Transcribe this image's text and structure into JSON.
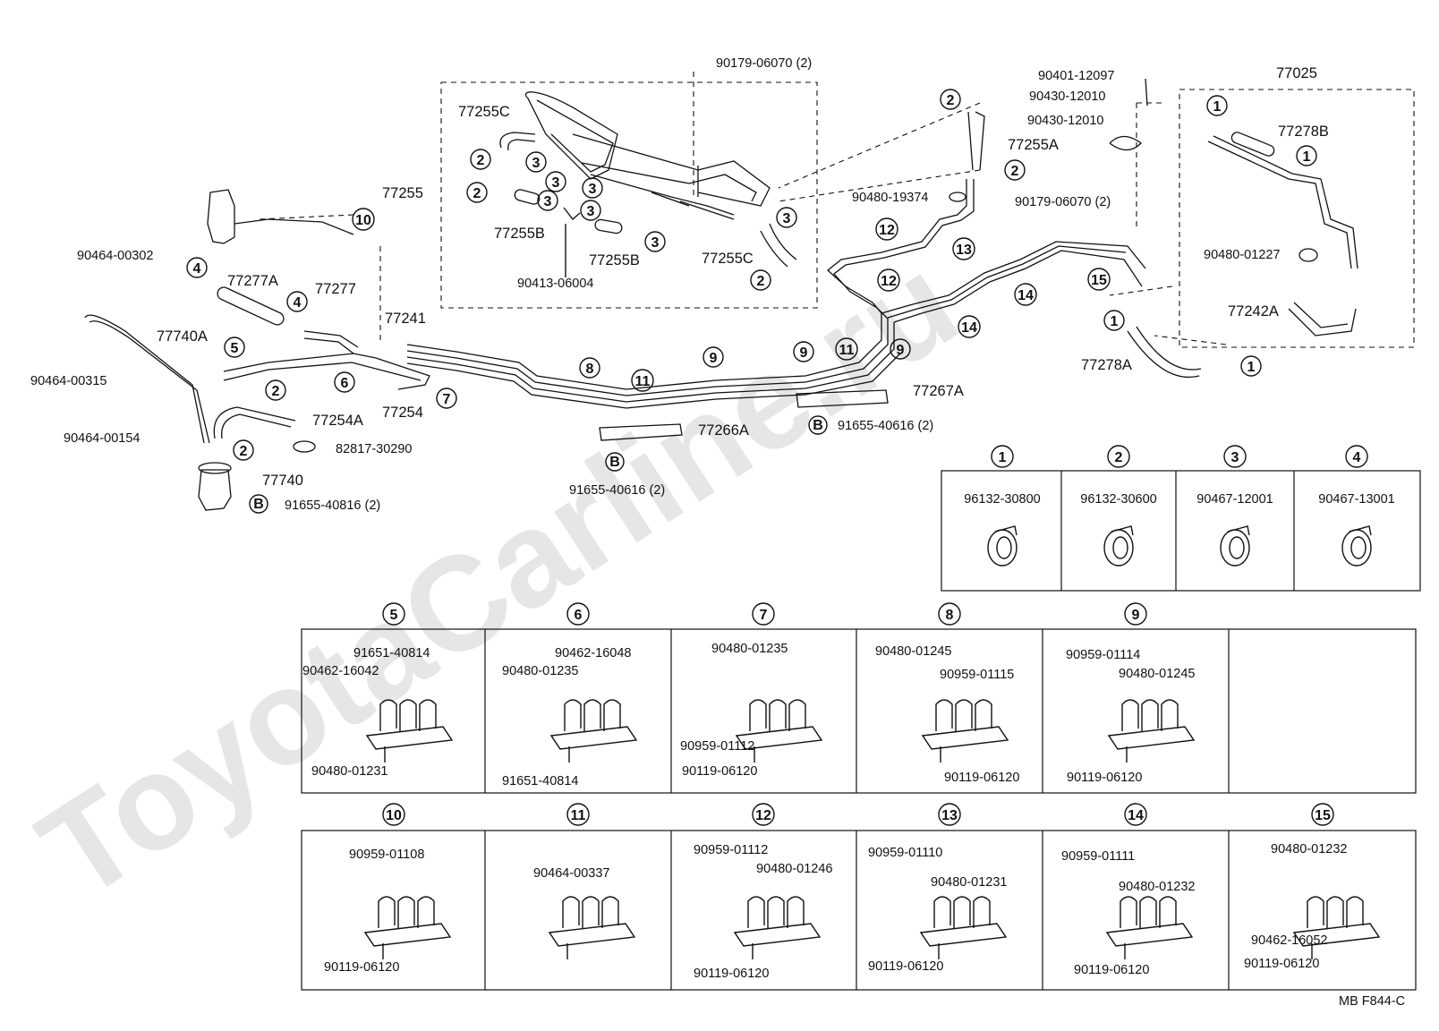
{
  "watermark": "ToyotaCarline.ru",
  "footer_code": "MB  F844-C",
  "callouts": {
    "c1": "1",
    "c2": "2",
    "c3": "3",
    "c4": "4",
    "c5": "5",
    "c6": "6",
    "c7": "7",
    "c8": "8",
    "c9": "9",
    "c10": "10",
    "c11": "11",
    "c12": "12",
    "c13": "13",
    "c14": "14",
    "c15": "15",
    "B": "B"
  },
  "parts": {
    "p90179_top": "90179-06070 (2)",
    "p77255C_a": "77255C",
    "p77255": "77255",
    "p77255B_a": "77255B",
    "p77255B_b": "77255B",
    "p77255C_b": "77255C",
    "p90413": "90413-06004",
    "p90464_302": "90464-00302",
    "p77277A": "77277A",
    "p77277": "77277",
    "p77740A": "77740A",
    "p90464_315": "90464-00315",
    "p90464_154": "90464-00154",
    "p77254A": "77254A",
    "p77254": "77254",
    "p82817": "82817-30290",
    "p77740": "77740",
    "p91655_816": "91655-40816 (2)",
    "p77241": "77241",
    "p77266A": "77266A",
    "p91655_616a": "91655-40616 (2)",
    "p77267A": "77267A",
    "p91655_616b": "91655-40616 (2)",
    "p77255A": "77255A",
    "p90480_19374": "90480-19374",
    "p90401": "90401-12097",
    "p90430a": "90430-12010",
    "p90430b": "90430-12010",
    "p90179_right": "90179-06070 (2)",
    "p77025": "77025",
    "p77278B": "77278B",
    "p90480_01227": "90480-01227",
    "p77242A": "77242A",
    "p77278A": "77278A"
  },
  "clip_table_1": [
    {
      "num": "1",
      "part": "96132-30800"
    },
    {
      "num": "2",
      "part": "96132-30600"
    },
    {
      "num": "3",
      "part": "90467-12001"
    },
    {
      "num": "4",
      "part": "90467-13001"
    }
  ],
  "clip_table_2": [
    {
      "num": "5",
      "parts": [
        "91651-40814",
        "90462-16042",
        "90480-01231"
      ]
    },
    {
      "num": "6",
      "parts": [
        "90462-16048",
        "90480-01235",
        "91651-40814"
      ]
    },
    {
      "num": "7",
      "parts": [
        "90480-01235",
        "90959-01112",
        "90119-06120"
      ]
    },
    {
      "num": "8",
      "parts": [
        "90480-01245",
        "90959-01115",
        "90119-06120"
      ]
    },
    {
      "num": "9",
      "parts": [
        "90959-01114",
        "90480-01245",
        "90119-06120"
      ]
    }
  ],
  "clip_table_3": [
    {
      "num": "10",
      "parts": [
        "90959-01108",
        "90119-06120"
      ]
    },
    {
      "num": "11",
      "parts": [
        "90464-00337"
      ]
    },
    {
      "num": "12",
      "parts": [
        "90959-01112",
        "90480-01246",
        "90119-06120"
      ]
    },
    {
      "num": "13",
      "parts": [
        "90959-01110",
        "90480-01231",
        "90119-06120"
      ]
    },
    {
      "num": "14",
      "parts": [
        "90959-01111",
        "90480-01232",
        "90119-06120"
      ]
    },
    {
      "num": "15",
      "parts": [
        "90480-01232",
        "90462-16052",
        "90119-06120"
      ]
    }
  ]
}
